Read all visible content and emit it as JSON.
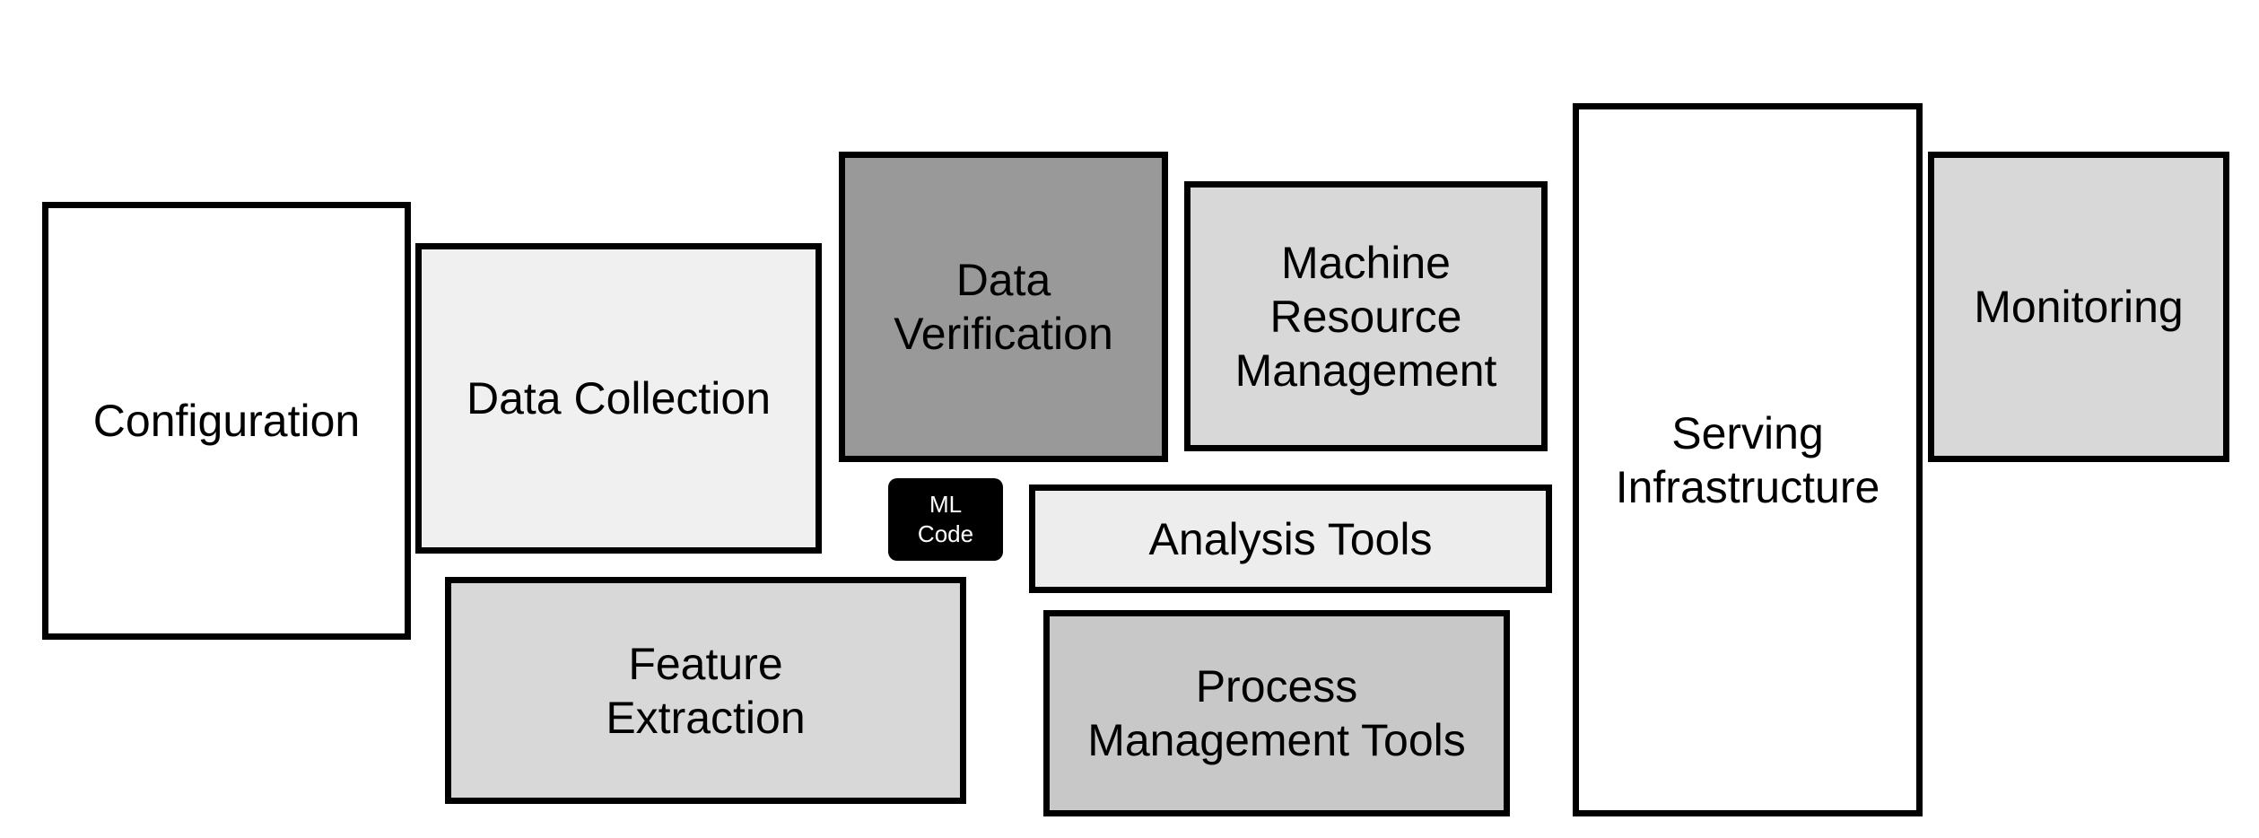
{
  "canvas": {
    "background": "#ffffff",
    "border_color": "#000000"
  },
  "boxes": {
    "configuration": {
      "lines": [
        "Configuration"
      ],
      "fill": "#ffffff",
      "text_color": "#000000"
    },
    "data_collection": {
      "lines": [
        "Data Collection"
      ],
      "fill": "#f0f0f0",
      "text_color": "#000000"
    },
    "feature_extraction": {
      "lines": [
        "Feature",
        "Extraction"
      ],
      "fill": "#d8d8d8",
      "text_color": "#000000"
    },
    "data_verification": {
      "lines": [
        "Data",
        "Verification"
      ],
      "fill": "#999999",
      "text_color": "#000000"
    },
    "ml_code": {
      "lines": [
        "ML",
        "Code"
      ],
      "fill": "#000000",
      "text_color": "#ffffff"
    },
    "analysis_tools": {
      "lines": [
        "Analysis Tools"
      ],
      "fill": "#ededed",
      "text_color": "#000000"
    },
    "machine_resource_management": {
      "lines": [
        "Machine",
        "Resource",
        "Management"
      ],
      "fill": "#d8d8d8",
      "text_color": "#000000"
    },
    "process_management_tools": {
      "lines": [
        "Process",
        "Management Tools"
      ],
      "fill": "#c8c8c8",
      "text_color": "#000000"
    },
    "serving_infrastructure": {
      "lines": [
        "Serving",
        "Infrastructure"
      ],
      "fill": "#ffffff",
      "text_color": "#000000"
    },
    "monitoring": {
      "lines": [
        "Monitoring"
      ],
      "fill": "#d8d8d8",
      "text_color": "#000000"
    }
  }
}
